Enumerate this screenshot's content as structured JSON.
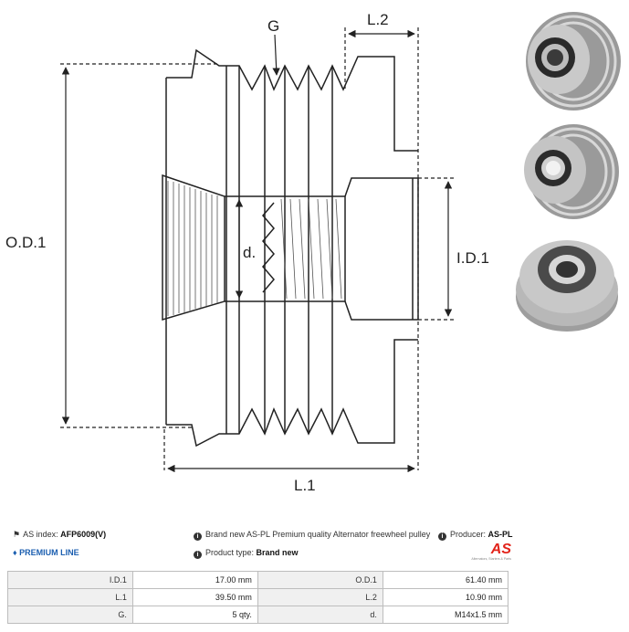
{
  "drawing": {
    "labels": {
      "g": "G",
      "l2": "L.2",
      "od1": "O.D.1",
      "d": "d.",
      "id1": "I.D.1",
      "l1": "L.1"
    }
  },
  "photos": {
    "items": [
      {
        "icon": "pulley-photo-angled-icon"
      },
      {
        "icon": "pulley-photo-front-icon"
      },
      {
        "icon": "pulley-photo-rear-icon"
      }
    ]
  },
  "product": {
    "as_index_label": "AS index:",
    "as_index_value": "AFP6009(V)",
    "description": "Brand new AS-PL Premium quality Alternator freewheel pulley",
    "producer_label": "Producer:",
    "producer_value": "AS-PL",
    "premium_line": "PREMIUM LINE",
    "product_type_label": "Product type:",
    "product_type_value": "Brand new",
    "logo_text": "AS",
    "logo_tagline": "Alternators, Starters & Parts"
  },
  "colors": {
    "premium": "#1c5fb0",
    "logo_red": "#e2231a"
  },
  "spec_table": {
    "rows": [
      [
        {
          "k": "I.D.1",
          "v": "17.00 mm"
        },
        {
          "k": "O.D.1",
          "v": "61.40 mm"
        }
      ],
      [
        {
          "k": "L.1",
          "v": "39.50 mm"
        },
        {
          "k": "L.2",
          "v": "10.90 mm"
        }
      ],
      [
        {
          "k": "G.",
          "v": "5 qty."
        },
        {
          "k": "d.",
          "v": "M14x1.5 mm"
        }
      ]
    ]
  }
}
